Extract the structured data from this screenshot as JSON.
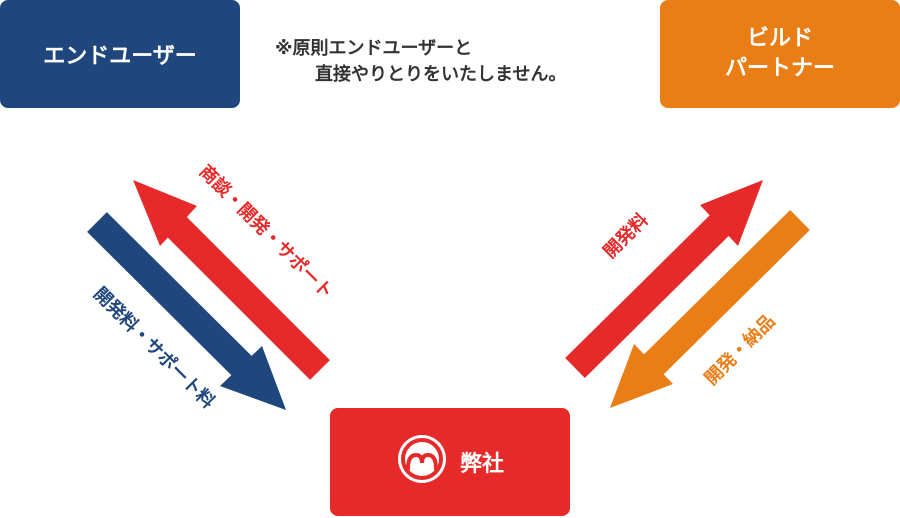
{
  "colors": {
    "navy": "#1f477d",
    "orange": "#e97e17",
    "red": "#e62a2a"
  },
  "nodes": {
    "end_user": "エンドユーザー",
    "build_partner_line1": "ビルド",
    "build_partner_line2": "パートナー",
    "company": "弊社"
  },
  "note": {
    "line1": "※原則エンドユーザーと",
    "line2": "直接やりとりをいたしません。"
  },
  "edges": {
    "company_to_enduser": "商談・開発・サポート",
    "enduser_to_company": "開発料・サポート料",
    "company_to_partner": "開発料",
    "partner_to_company": "開発・納品"
  },
  "icons": {
    "company_logo": "face-logo-icon"
  }
}
